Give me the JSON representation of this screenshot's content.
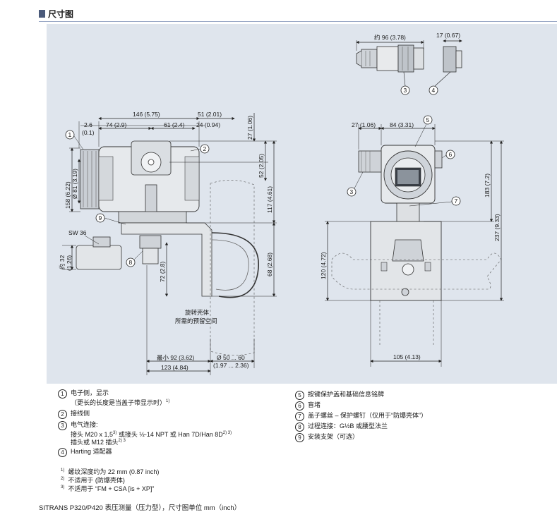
{
  "section_title": "尺寸图",
  "drawing": {
    "top_dims": {
      "approx_96": "约 96 (3.78)",
      "d17": "17 (0.67)"
    },
    "left_dims": {
      "d146": "146 (5.75)",
      "d51": "51 (2.01)",
      "d2_6": "2.6",
      "d0_1": "(0.1)",
      "d74": "74 (2.9)",
      "d61": "61 (2.4)",
      "d24": "24 (0.94)",
      "d27_v": "27 (1.06)",
      "d52": "52 (2.05)",
      "d117": "117 (4.61)",
      "d68": "68 (2.68)",
      "d158": "158 (6.22)",
      "d81": "Ø 81 (3.19)",
      "sw36": "SW 36",
      "d32": "约 32",
      "d1_26": "(1.26)",
      "d72": "72 (2.8)",
      "min92": "最小 92 (3.62)",
      "d123": "123 (4.84)",
      "d50_60": "Ø 50 ... 60",
      "d197_236": "(1.97 ... 2.36)",
      "rotate_line1": "旋转壳体",
      "rotate_line2": "所需的预留空间"
    },
    "right_dims": {
      "d27_h": "27 (1.06)",
      "d84": "84 (3.31)",
      "d183": "183 (7.2)",
      "d237": "237 (9.33)",
      "d120": "120 (4.72)",
      "d105": "105 (4.13)"
    },
    "callouts": [
      "1",
      "2",
      "3",
      "4",
      "5",
      "6",
      "7",
      "8",
      "9"
    ]
  },
  "legend_left": [
    {
      "num": "1",
      "text": "电子侧，显示",
      "line2": "（更长的长度是当盖子带显示时）",
      "sup2": "1)"
    },
    {
      "num": "2",
      "text": "接线侧"
    },
    {
      "num": "3",
      "text": "电气连接:",
      "line2": "接头 M20 x 1,5",
      "sup2": "3)",
      "line2b": " 或接头 ½-14 NPT 或 Han 7D/Han 8D",
      "sup2b": "2) 3)",
      "line3": "插头或 M12 插头",
      "sup3": "2) 3"
    },
    {
      "num": "4",
      "text": "Harting 适配器"
    }
  ],
  "legend_right": [
    {
      "num": "5",
      "text": "按键保护盖和基础信息铭牌"
    },
    {
      "num": "6",
      "text": "盲堵"
    },
    {
      "num": "7",
      "text": "盖子螺丝 – 保护螺钉（仅用于“防爆壳体”）"
    },
    {
      "num": "8",
      "text": "过程连接：G½B 或腰型法兰"
    },
    {
      "num": "9",
      "text": "安装支架（可选）"
    }
  ],
  "footnotes": [
    {
      "mark": "1)",
      "text": "螺纹深度约为 22 mm (0.87 inch)"
    },
    {
      "mark": "2)",
      "text": "不适用于 (防爆壳体)"
    },
    {
      "mark": "3)",
      "text": "不适用于 “FM + CSA [is + XP]”"
    }
  ],
  "caption": "SITRANS P320/P420 表压测量（压力型），尺寸图单位 mm（inch）"
}
